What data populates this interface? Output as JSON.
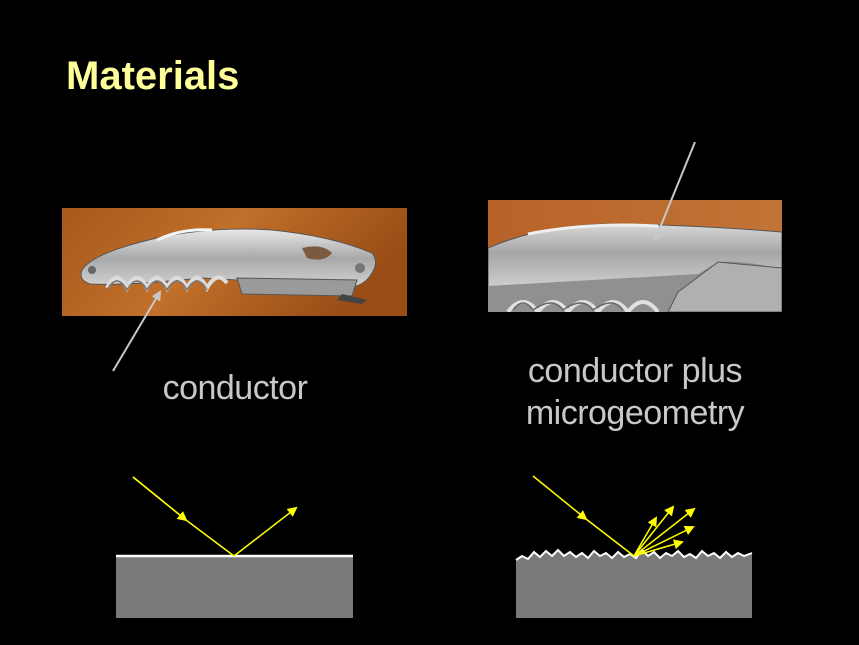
{
  "slide": {
    "title": "Materials"
  },
  "panels": {
    "left": {
      "caption": "conductor"
    },
    "right": {
      "caption_line1": "conductor plus",
      "caption_line2": "microgeometry"
    }
  },
  "colors": {
    "background": "#000000",
    "title": "#ffff99",
    "caption": "#c8c8c8",
    "ray": "#ffff00",
    "surface": "#7a7a7a",
    "surface_edge": "#ffffff",
    "pointer_arrow": "#c8c8c8",
    "wood": "#b5651d",
    "metal": "#c4c4c4"
  }
}
